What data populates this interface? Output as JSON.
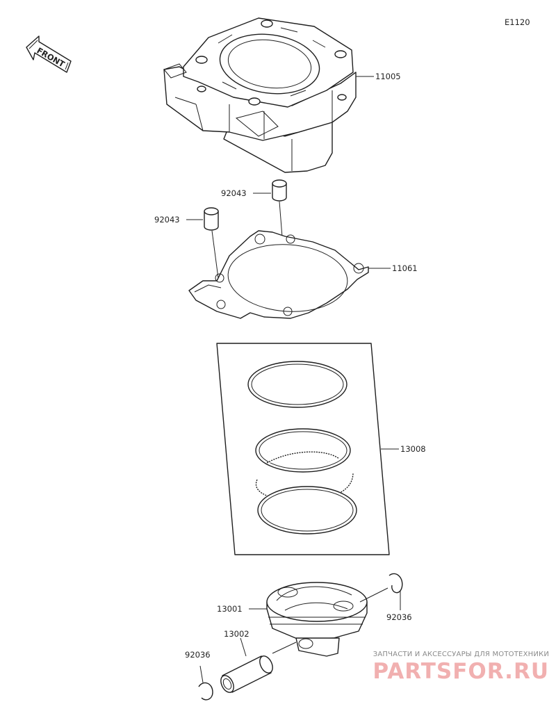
{
  "diagram": {
    "code": "E1120",
    "front_label": "FRONT",
    "parts": {
      "cylinder": "11005",
      "dowel_pin_upper": "92043",
      "dowel_pin_lower": "92043",
      "cylinder_gasket": "11061",
      "piston_ring_set": "13008",
      "piston": "13001",
      "piston_pin": "13002",
      "snap_ring_right": "92036",
      "snap_ring_left": "92036"
    }
  },
  "watermark": {
    "tagline": "ЗАПЧАСТИ И АКСЕССУАРЫ ДЛЯ МОТОТЕХНИКИ",
    "logo": "PARTSFOR.RU"
  },
  "colors": {
    "line": "#1e1e1e",
    "watermark_logo": "#f1b0b0",
    "watermark_text": "#8a8a8a"
  }
}
